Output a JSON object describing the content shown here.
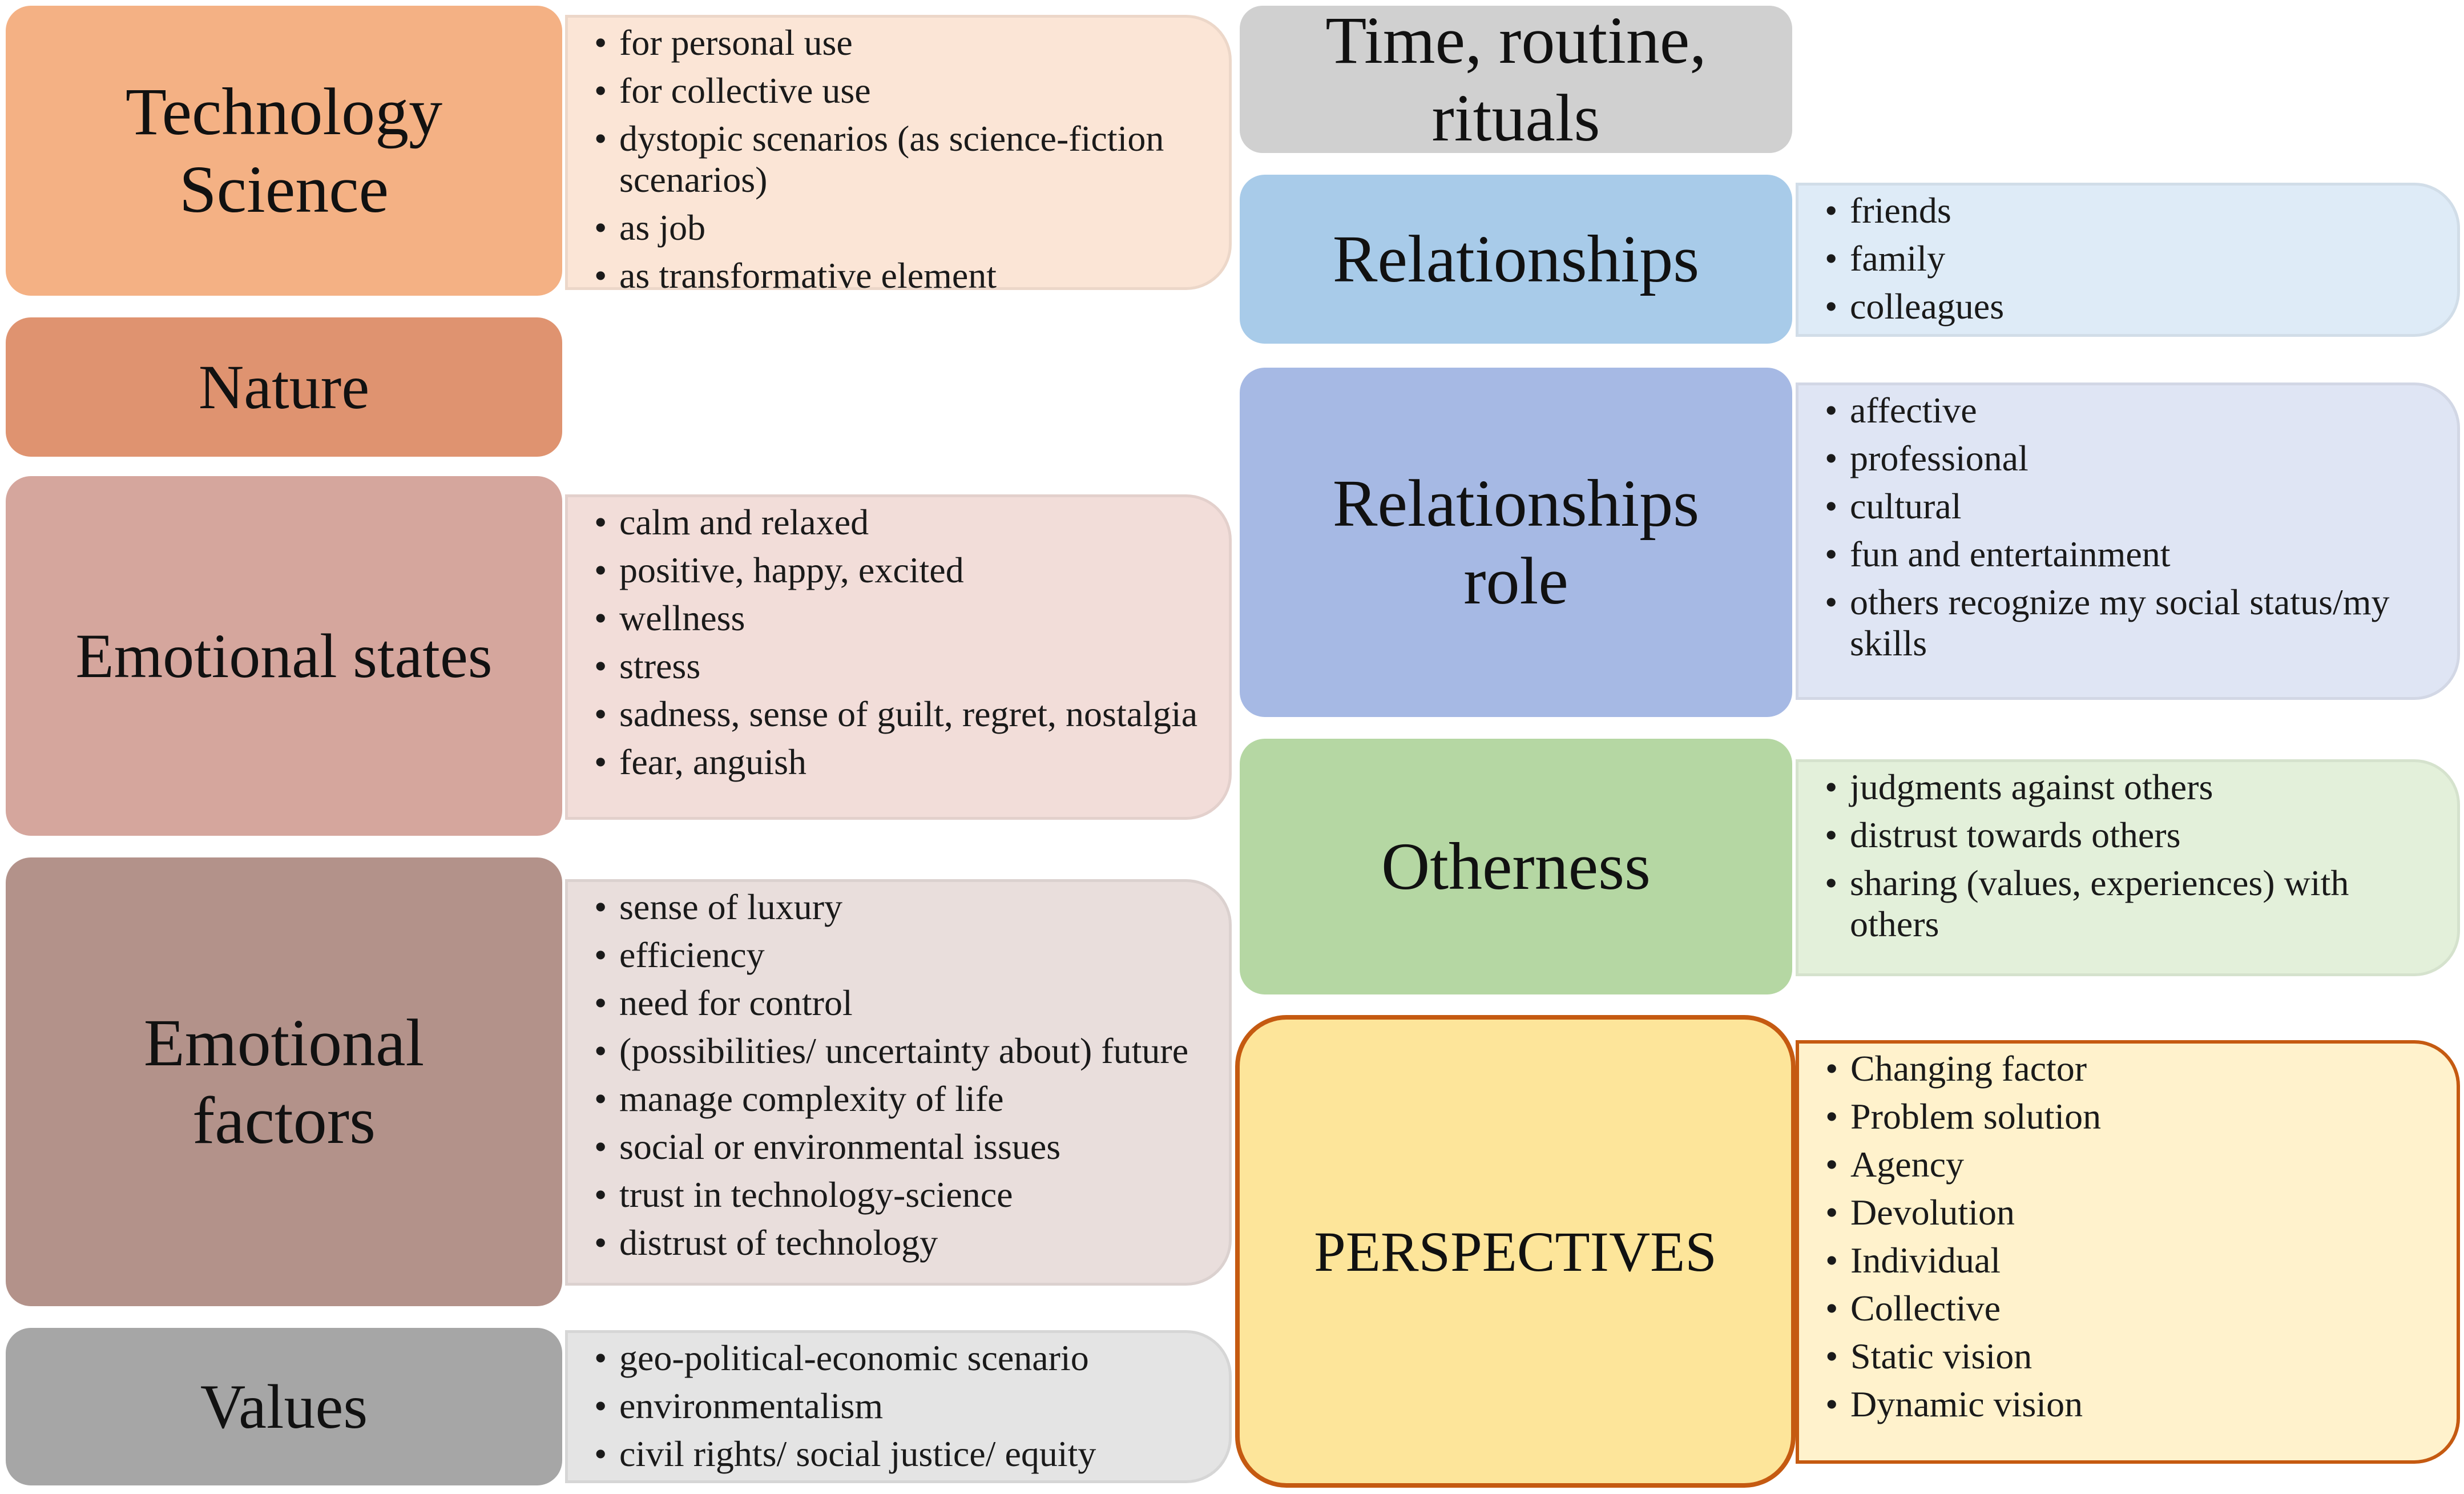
{
  "left_column": [
    {
      "id": "technology",
      "label": "Technology\nScience",
      "color": "#f4b184",
      "detail_color": "#fbe5d6",
      "items": [
        "for personal use",
        "for collective use",
        "dystopic scenarios (as science-fiction scenarios)",
        "as job",
        "as transformative element"
      ]
    },
    {
      "id": "nature",
      "label": "Nature",
      "color": "#df9370",
      "detail_color": "",
      "items": []
    },
    {
      "id": "emotional-states",
      "label": "Emotional states",
      "color": "#d5a69d",
      "detail_color": "#f2ddd9",
      "items": [
        "calm and relaxed",
        "positive, happy, excited",
        "wellness",
        "stress",
        "sadness, sense of guilt, regret, nostalgia",
        "fear, anguish"
      ]
    },
    {
      "id": "emotional-factors",
      "label": "Emotional\nfactors",
      "color": "#b3928a",
      "detail_color": "#e9dedc",
      "items": [
        "sense of luxury",
        "efficiency",
        "need for control",
        "(possibilities/ uncertainty about) future",
        "manage complexity of life",
        "social or environmental issues",
        "trust in technology-science",
        "distrust of technology"
      ]
    },
    {
      "id": "values",
      "label": "Values",
      "color": "#a6a6a6",
      "detail_color": "#e4e4e4",
      "items": [
        "geo-political-economic scenario",
        "environmentalism",
        "civil rights/ social justice/ equity"
      ]
    }
  ],
  "right_column": [
    {
      "id": "time-routine",
      "label": "Time, routine,\nrituals",
      "color": "#d0d0d0",
      "detail_color": "",
      "items": []
    },
    {
      "id": "relationships",
      "label": "Relationships",
      "color": "#a8cbe9",
      "detail_color": "#deebf7",
      "items": [
        "friends",
        "family",
        "colleagues"
      ]
    },
    {
      "id": "relationships-role",
      "label": "Relationships\nrole",
      "color": "#a6b9e4",
      "detail_color": "#dfe5f4",
      "items": [
        "affective",
        "professional",
        "cultural",
        "fun and entertainment",
        "others recognize my social status/my skills"
      ]
    },
    {
      "id": "otherness",
      "label": "Otherness",
      "color": "#b5d7a3",
      "detail_color": "#e3f0da",
      "items": [
        "judgments against others",
        "distrust towards others",
        "sharing (values, experiences) with others"
      ]
    },
    {
      "id": "perspectives",
      "label": "PERSPECTIVES",
      "color": "#fde59a",
      "border_color": "#c55a11",
      "detail_color": "#fff2cc",
      "items": [
        "Changing factor",
        "Problem solution",
        "Agency",
        "Devolution",
        "Individual",
        "Collective",
        "Static vision",
        "Dynamic vision"
      ]
    }
  ]
}
